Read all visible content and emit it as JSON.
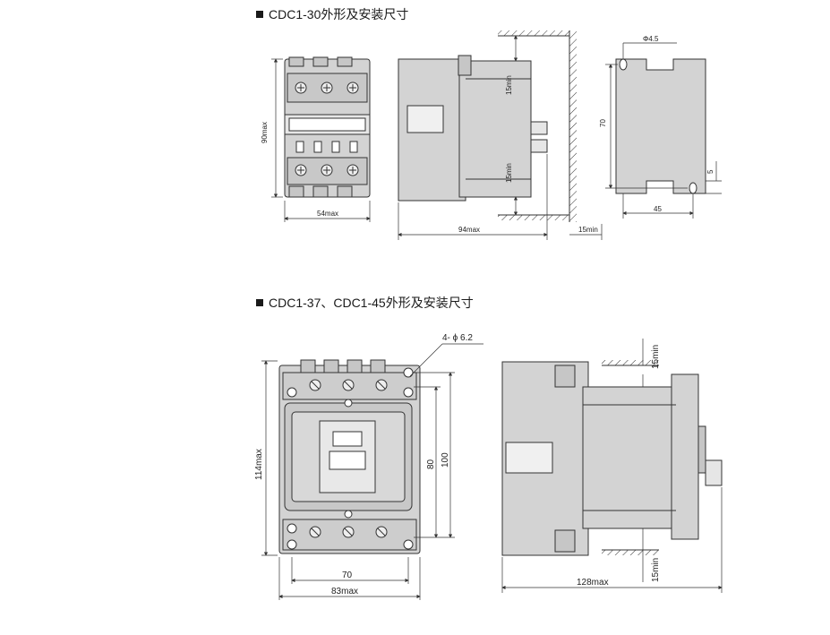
{
  "section1": {
    "title": "CDC1-30外形及安装尺寸",
    "dims": {
      "height": "90max",
      "width": "54max",
      "depth": "94max",
      "wall_gap": "15min",
      "clear_top": "15min",
      "clear_bottom": "15min",
      "hole": "Φ4.5",
      "hole_v": "70",
      "hole_h": "45",
      "edge": "5"
    }
  },
  "section2": {
    "title": "CDC1-37、CDC1-45外形及安装尺寸",
    "dims": {
      "holes": "4- ϕ 6.2",
      "height": "114max",
      "hole_v": "80",
      "inner": "100",
      "hole_h": "70",
      "width": "83max",
      "depth": "128max",
      "clear_top": "15min",
      "clear_bottom": "15min"
    }
  }
}
